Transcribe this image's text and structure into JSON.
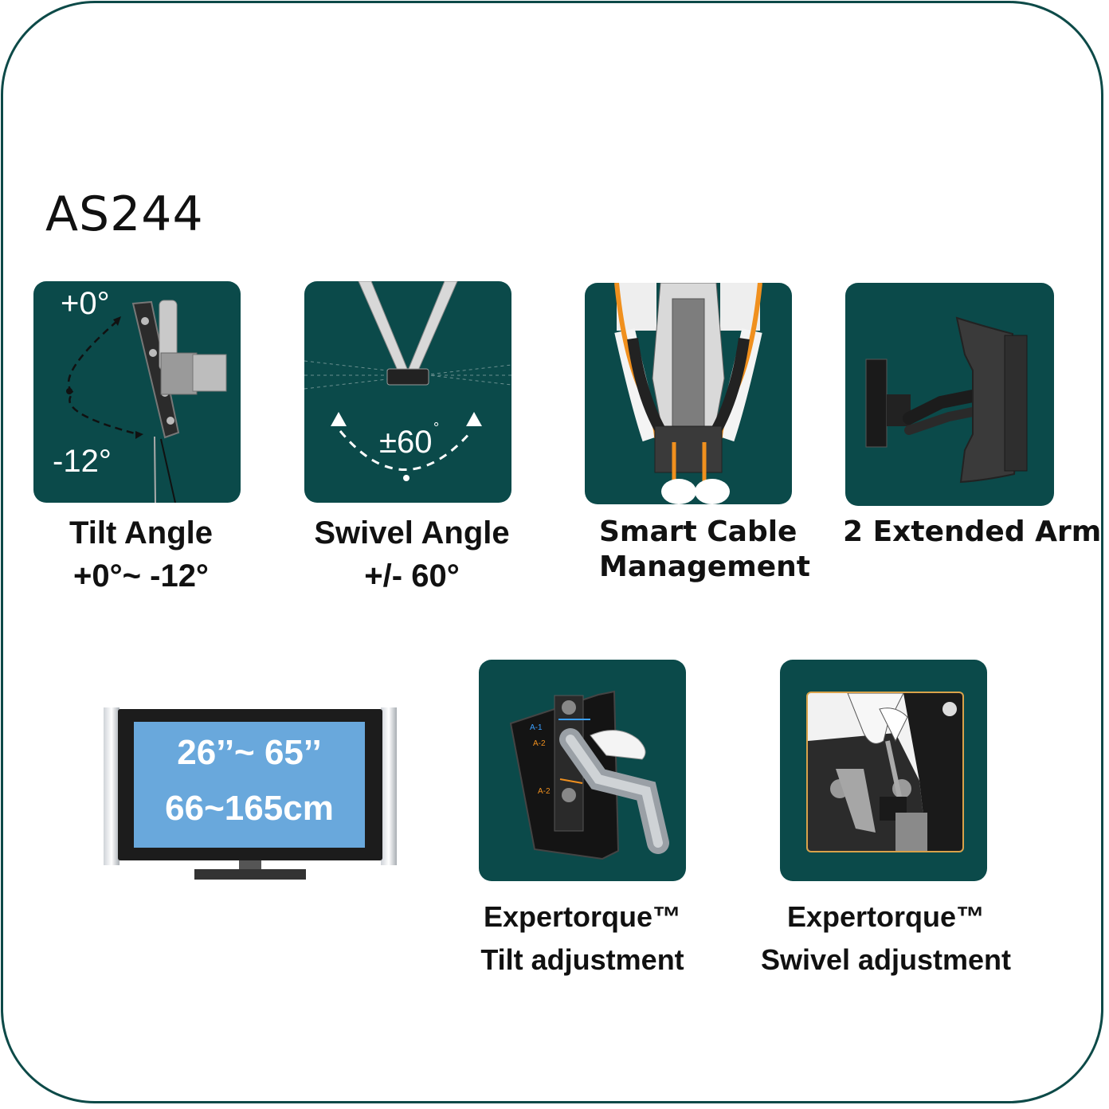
{
  "model": "AS244",
  "colors": {
    "tile": "#0b4a4a",
    "frame": "#0d4a48",
    "accent_orange": "#f0901e",
    "tv_screen": "#69a8dc"
  },
  "features": {
    "tilt": {
      "angle_top": "+0°",
      "angle_bottom": "-12°",
      "label_line1": "Tilt Angle",
      "label_line2": "+0°~ -12°"
    },
    "swivel": {
      "angle": "±60",
      "label_line1": "Swivel Angle",
      "label_line2": "+/- 60°"
    },
    "cable": {
      "label_line1": "Smart Cable",
      "label_line2": "Management"
    },
    "arm": {
      "label": "2 Extended Arm"
    },
    "tilt_adjust": {
      "tag_a1": "A-1",
      "tag_a2": "A-2",
      "tag_a2b": "A-2",
      "label_line1": "Expertorque™",
      "label_line2": "Tilt adjustment"
    },
    "swivel_adjust": {
      "label_line1": "Expertorque™",
      "label_line2": "Swivel adjustment"
    }
  },
  "tv": {
    "size_inches": "26’’~ 65’’",
    "size_cm": "66~165cm"
  }
}
